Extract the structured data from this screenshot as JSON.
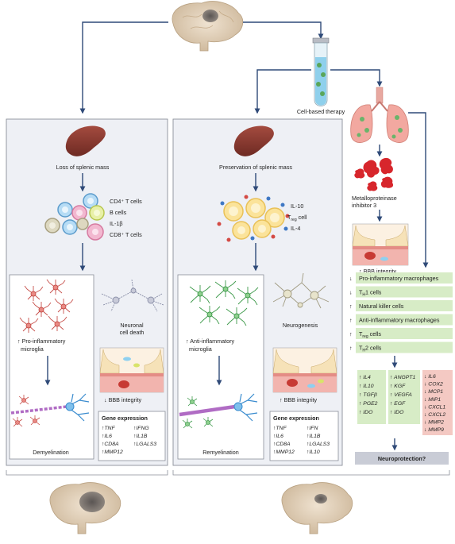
{
  "labels": {
    "cell_therapy": "Cell-based therapy",
    "loss_splenic": "Loss of splenic mass",
    "preserve_splenic": "Preservation of splenic mass",
    "cd4": "CD4⁺ T cells",
    "bcells": "B cells",
    "il1b": "IL-1β",
    "cd8": "CD8⁺ T cells",
    "il10": "IL-10",
    "treg_prefix": "T",
    "treg_sub": "reg",
    "treg_suffix": " cell",
    "il4": "IL-4",
    "pro_microglia_1": "↑ Pro-inflammatory",
    "pro_microglia_2": "microglia",
    "anti_microglia_1": "↑ Anti-inflammatory",
    "anti_microglia_2": "microglia",
    "neuronal_death_1": "Neuronal",
    "neuronal_death_2": "cell death",
    "neurogenesis": "Neurogenesis",
    "bbb_down": "↓ BBB integrity",
    "bbb_up_mid": "↑ BBB integrity",
    "bbb_up_right": "↑ BBB integrity",
    "demyelination": "Demyelination",
    "remyelination": "Remyelination",
    "gene_expression": "Gene expression",
    "mmp_1": "Metalloproteinase",
    "mmp_2": "inhibitor 3",
    "neuroprotection": "Neuroprotection?"
  },
  "genes_left": {
    "col1": [
      "↑TNF",
      "↑IL6",
      "↑CD8A",
      "↑MMP12"
    ],
    "col2": [
      "↑IFNG",
      "↑IL1B",
      "↑LGALS3"
    ]
  },
  "genes_mid": {
    "col1": [
      "↑TNF",
      "↑IL6",
      "↑CD8A",
      "↑MMP12"
    ],
    "col2": [
      "↑IFN",
      "↑IL1B",
      "↑LGALS3",
      "↑IL10"
    ]
  },
  "effects": [
    {
      "arrow": "↓",
      "text": "Pro-inflammatory macrophages",
      "sub": ""
    },
    {
      "arrow": "↓",
      "text": "T",
      "sub": "H",
      "tail": "1 cells"
    },
    {
      "arrow": "↑",
      "text": "Natural killer cells",
      "sub": ""
    },
    {
      "arrow": "↑",
      "text": "Anti-inflammatory macrophages",
      "sub": ""
    },
    {
      "arrow": "↑",
      "text": "T",
      "sub": "reg",
      "tail": " cells"
    },
    {
      "arrow": "↑",
      "text": "T",
      "sub": "H",
      "tail": "2 cells"
    }
  ],
  "up_genes_1": [
    "↑ IL4",
    "↑ IL10",
    "↑ TGFβ",
    "↑ PGE2",
    "↑ IDO"
  ],
  "up_genes_2": [
    "↑ ANGPT1",
    "↑ KGF",
    "↑ VEGFA",
    "↑ EGF",
    "↑ IDO"
  ],
  "down_genes": [
    "↓ IL6",
    "↓ COX2",
    "↓ MCP1",
    "↓ MIP1",
    "↓ CXCL1",
    "↓ CXCL2",
    "↓ MMP2",
    "↓ MMP9"
  ],
  "colors": {
    "panel_bg": "#eef0f5",
    "panel_border": "#8a8f99",
    "arrow": "#2f4a78",
    "green_box": "#d7ecc6",
    "red_box": "#f4c9c3",
    "neuro_box": "#c9ccd6"
  }
}
